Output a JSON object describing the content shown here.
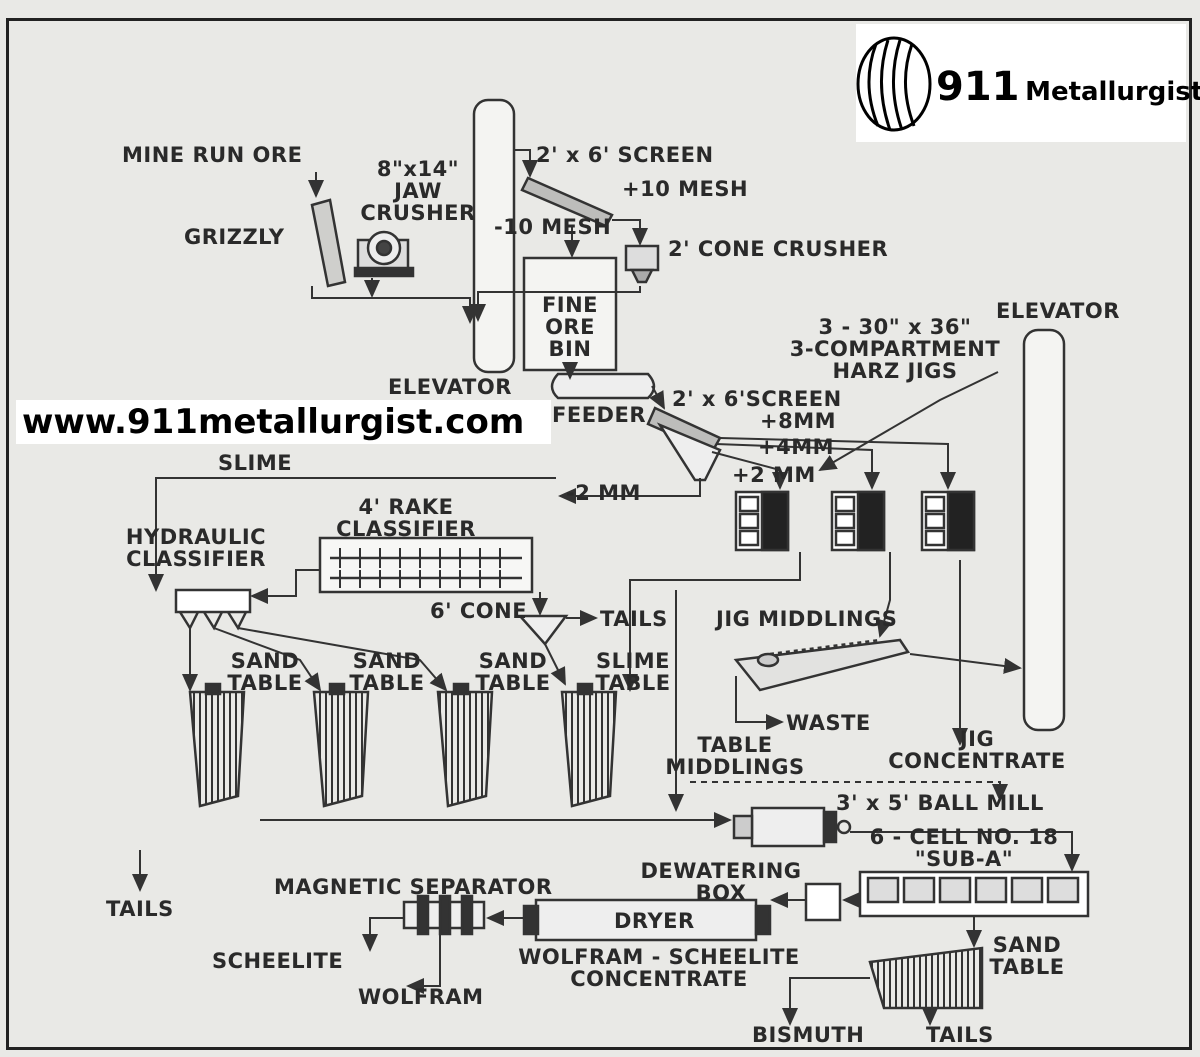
{
  "branding": {
    "logo_number": "911",
    "logo_word": "Metallurgist",
    "website": "www.911metallurgist.com"
  },
  "labels": {
    "mine_run_ore": "MINE RUN ORE",
    "jaw_crusher": [
      "8\"x14\"",
      "JAW",
      "CRUSHER"
    ],
    "grizzly": "GRIZZLY",
    "screen_top": "2' x 6' SCREEN",
    "plus_10_mesh": "+10 MESH",
    "minus_10_mesh": "-10 MESH",
    "cone_crusher": "2' CONE CRUSHER",
    "fine_ore_bin": [
      "FINE",
      "ORE",
      "BIN"
    ],
    "elevator_left": "ELEVATOR",
    "feeder": "FEEDER",
    "elevator_right": "ELEVATOR",
    "harz_jigs": [
      "3 - 30\" x 36\"",
      "3-COMPARTMENT",
      "HARZ JIGS"
    ],
    "screen_mid": "2' x 6'SCREEN",
    "plus_8mm": "+8MM",
    "plus_4mm": "+4MM",
    "plus_2mm": "+2 MM",
    "minus_2mm": "-2 MM",
    "slime": "SLIME",
    "rake_classifier": [
      "4' RAKE",
      "CLASSIFIER"
    ],
    "hydraulic_classifier": [
      "HYDRAULIC",
      "CLASSIFIER"
    ],
    "cone_6": "6' CONE",
    "tails_cone": "TAILS",
    "jig_middlings": "JIG MIDDLINGS",
    "sand_table_1": [
      "SAND",
      "TABLE"
    ],
    "sand_table_2": [
      "SAND",
      "TABLE"
    ],
    "sand_table_3": [
      "SAND",
      "TABLE"
    ],
    "slime_table": [
      "SLIME",
      "TABLE"
    ],
    "waste": "WASTE",
    "table_middlings": [
      "TABLE",
      "MIDDLINGS"
    ],
    "jig_concentrate": [
      "JIG",
      "CONCENTRATE"
    ],
    "ball_mill": "3' x 5' BALL MILL",
    "sub_a": [
      "6 - CELL NO. 18",
      "\"SUB-A\""
    ],
    "tails_left": "TAILS",
    "magnetic_separator": "MAGNETIC SEPARATOR",
    "dewatering_box": [
      "DEWATERING",
      "BOX"
    ],
    "dryer": "DRYER",
    "scheelite": "SCHEELITE",
    "wolfram_scheelite": [
      "WOLFRAM - SCHEELITE",
      "CONCENTRATE"
    ],
    "wolfram": "WOLFRAM",
    "sand_table_bottom": [
      "SAND",
      "TABLE"
    ],
    "bismuth": "BISMUTH",
    "tails_bottom": "TAILS"
  }
}
